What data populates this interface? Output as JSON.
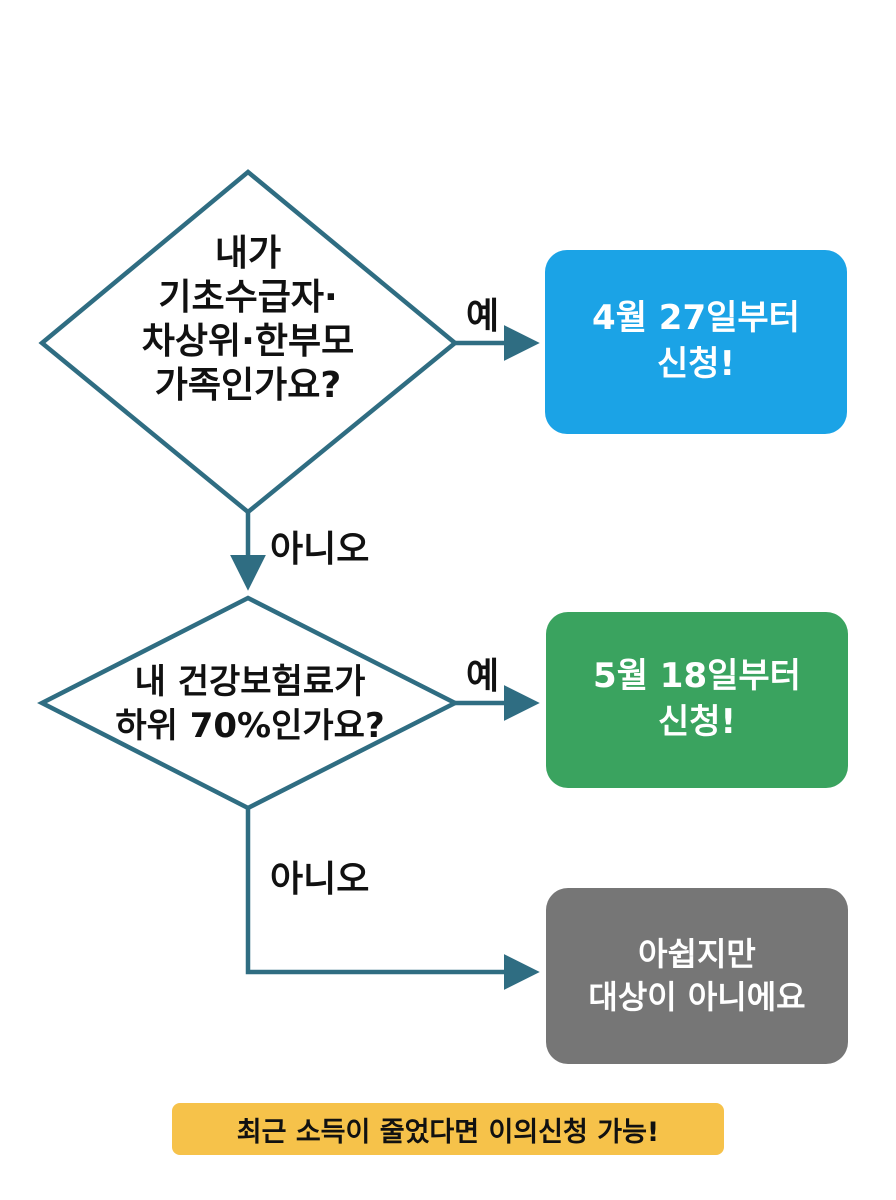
{
  "colors": {
    "line": "#2f6d82",
    "box_1": "#1ba3e6",
    "box_2": "#3aa35f",
    "box_3": "#767676",
    "note_bg": "#f6c24a"
  },
  "decision_1": {
    "text": "내가\n기초수급자·\n차상위·한부모\n가족인가요?"
  },
  "decision_2": {
    "text": "내 건강보험료가\n하위 70%인가요?"
  },
  "edges": {
    "yes_1": "예",
    "no_1": "아니오",
    "yes_2": "예",
    "no_2": "아니오"
  },
  "results": {
    "box_1": "4월 27일부터\n신청!",
    "box_2": "5월 18일부터\n신청!",
    "box_3": "아쉽지만\n대상이 아니에요"
  },
  "note": "최근 소득이 줄었다면 이의신청 가능!"
}
